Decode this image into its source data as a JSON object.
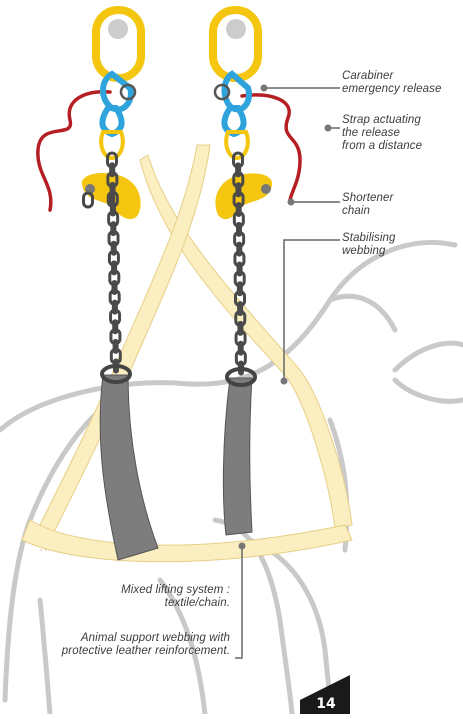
{
  "labels": {
    "carabiner": [
      "Carabiner",
      "emergency release"
    ],
    "strap": [
      "Strap actuating",
      "the release",
      "from a distance"
    ],
    "shortener": [
      "Shortener",
      "chain"
    ],
    "stabilising": [
      "Stabilising",
      "webbing"
    ],
    "mixed_lifting": [
      "Mixed lifting system :",
      "textile/chain."
    ],
    "animal_support": [
      "Animal support webbing with",
      "protective leather reinforcement."
    ]
  },
  "page_number": "14",
  "colors": {
    "gold": "#f4c60f",
    "blue": "#2ea3dc",
    "chain": "#4a4a4a",
    "webbing": "#fbeec0",
    "webbing_edge": "#e8d38d",
    "leather": "#7d7d7d",
    "strap_red": "#b51f24",
    "silhouette": "#c7c7c7",
    "leader": "#666666",
    "text": "#3c3c3c"
  },
  "icons": [
    "master-link",
    "swivel-hook",
    "shortener-hook",
    "chain-link",
    "carabiner"
  ]
}
